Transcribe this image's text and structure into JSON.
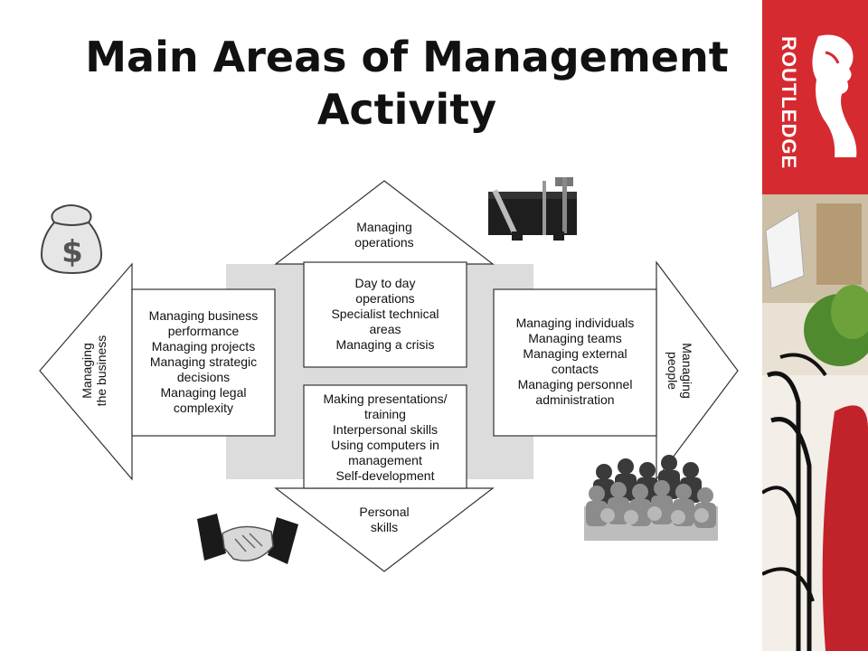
{
  "slide": {
    "title_lines": [
      "Main Areas of Management",
      "Activity"
    ]
  },
  "brand": {
    "name": "ROUTLEDGE",
    "color": "#d52a30"
  },
  "diagram": {
    "top_arrow": [
      "Managing",
      "operations"
    ],
    "bottom_arrow": [
      "Personal",
      "skills"
    ],
    "left_arrow": [
      "Managing",
      "the business"
    ],
    "right_arrow": [
      "Managing",
      "people"
    ],
    "left_box": [
      "Managing business",
      "performance",
      "Managing projects",
      "Managing strategic",
      "decisions",
      "Managing legal",
      "complexity"
    ],
    "center_top_box": [
      "Day to day",
      "operations",
      "Specialist technical",
      "areas",
      "Managing a crisis"
    ],
    "center_bottom_box": [
      "Making presentations/",
      "training",
      "Interpersonal skills",
      "Using computers in",
      "management",
      "Self-development"
    ],
    "right_box": [
      "Managing individuals",
      "Managing teams",
      "Managing external",
      "contacts",
      "Managing personnel",
      "administration"
    ]
  },
  "icons": [
    "money-bag-icon",
    "toolbox-icon",
    "handshake-icon",
    "crowd-icon"
  ]
}
